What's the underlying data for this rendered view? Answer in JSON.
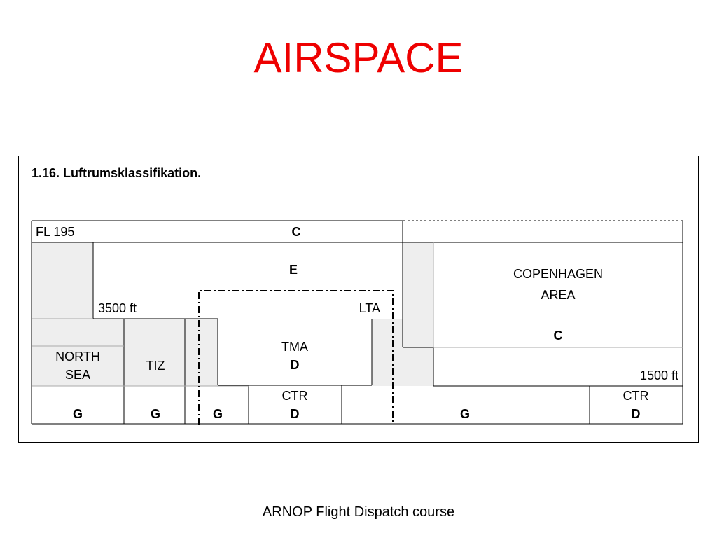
{
  "slide": {
    "title": "AIRSPACE",
    "title_color": "#ee0000",
    "footer": "ARNOP Flight Dispatch course"
  },
  "figure": {
    "heading": "1.16. Luftrumsklassifikation.",
    "fill_gray": "#eeeeee",
    "labels": {
      "fl195": "FL 195",
      "class_c_top": "C",
      "class_e": "E",
      "ft3500": "3500 ft",
      "lta": "LTA",
      "copenhagen_line1": "COPENHAGEN",
      "copenhagen_line2": "AREA",
      "copenhagen_class": "C",
      "ft1500": "1500 ft",
      "north_sea_line1": "NORTH",
      "north_sea_line2": "SEA",
      "tiz": "TIZ",
      "tma": "TMA",
      "tma_class": "D",
      "ctr1": "CTR",
      "ctr1_class": "D",
      "ctr2": "CTR",
      "ctr2_class": "D",
      "g1": "G",
      "g2": "G",
      "g3": "G",
      "g4": "G"
    }
  }
}
